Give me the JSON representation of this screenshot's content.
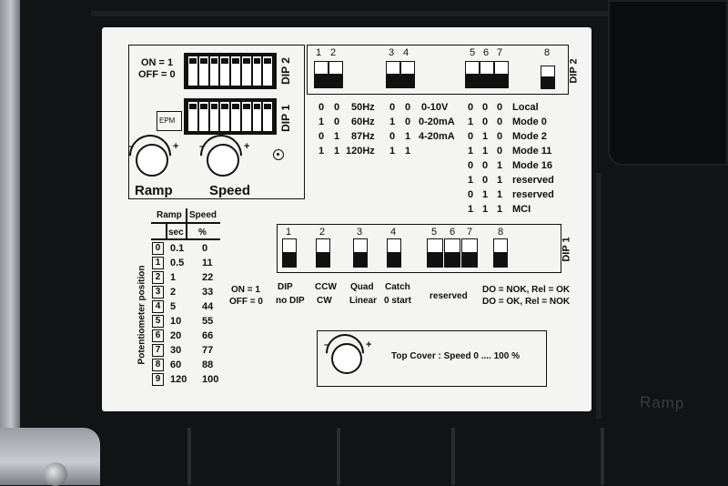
{
  "background_color": "#121314",
  "label_color": "#f4f4f2",
  "embossed_text": "Ramp",
  "dip2_panel": {
    "on_label": "ON = 1",
    "off_label": "OFF = 0",
    "dip2_label": "DIP 2",
    "dip1_label": "DIP 1",
    "epm_label": "EPM",
    "ramp_label": "Ramp",
    "speed_label": "Speed",
    "target_icon": "target-icon"
  },
  "dip2_table": {
    "switch_numbers": [
      "1",
      "2",
      "3",
      "4",
      "5",
      "6",
      "7",
      "8"
    ],
    "side_label": "DIP 2",
    "freq_rows": [
      {
        "b1": "0",
        "b2": "0",
        "value": "50Hz"
      },
      {
        "b1": "1",
        "b2": "0",
        "value": "60Hz"
      },
      {
        "b1": "0",
        "b2": "1",
        "value": "87Hz"
      },
      {
        "b1": "1",
        "b2": "1",
        "value": "120Hz"
      }
    ],
    "input_rows": [
      {
        "b1": "0",
        "b2": "0",
        "value": "0-10V"
      },
      {
        "b1": "1",
        "b2": "0",
        "value": "0-20mA"
      },
      {
        "b1": "0",
        "b2": "1",
        "value": "4-20mA"
      },
      {
        "b1": "1",
        "b2": "1",
        "value": ""
      }
    ],
    "mode_rows": [
      {
        "b": [
          "0",
          "0",
          "0"
        ],
        "value": "Local"
      },
      {
        "b": [
          "1",
          "0",
          "0"
        ],
        "value": "Mode 0"
      },
      {
        "b": [
          "0",
          "1",
          "0"
        ],
        "value": "Mode 2"
      },
      {
        "b": [
          "1",
          "1",
          "0"
        ],
        "value": "Mode 11"
      },
      {
        "b": [
          "0",
          "0",
          "1"
        ],
        "value": "Mode 16"
      },
      {
        "b": [
          "1",
          "0",
          "1"
        ],
        "value": "reserved"
      },
      {
        "b": [
          "0",
          "1",
          "1"
        ],
        "value": "reserved"
      },
      {
        "b": [
          "1",
          "1",
          "1"
        ],
        "value": "MCI"
      }
    ]
  },
  "pot_table": {
    "col_ramp": "Ramp",
    "col_speed": "Speed",
    "unit_ramp": "sec",
    "unit_speed": "%",
    "side_label": "Potentiometer position",
    "rows": [
      {
        "pos": "0",
        "ramp": "0.1",
        "speed": "0"
      },
      {
        "pos": "1",
        "ramp": "0.5",
        "speed": "11"
      },
      {
        "pos": "2",
        "ramp": "1",
        "speed": "22"
      },
      {
        "pos": "3",
        "ramp": "2",
        "speed": "33"
      },
      {
        "pos": "4",
        "ramp": "5",
        "speed": "44"
      },
      {
        "pos": "5",
        "ramp": "10",
        "speed": "55"
      },
      {
        "pos": "6",
        "ramp": "20",
        "speed": "66"
      },
      {
        "pos": "7",
        "ramp": "30",
        "speed": "77"
      },
      {
        "pos": "8",
        "ramp": "60",
        "speed": "88"
      },
      {
        "pos": "9",
        "ramp": "120",
        "speed": "100"
      }
    ]
  },
  "dip1_table": {
    "switch_numbers": [
      "1",
      "2",
      "3",
      "4",
      "5",
      "6",
      "7",
      "8"
    ],
    "side_label": "DIP 1",
    "on_label": "ON = 1",
    "off_label": "OFF = 0",
    "functions": [
      {
        "on": "DIP",
        "off": "no DIP"
      },
      {
        "on": "CCW",
        "off": "CW"
      },
      {
        "on": "Quad",
        "off": "Linear"
      },
      {
        "on": "Catch",
        "off": "0 start"
      }
    ],
    "reserved": "reserved",
    "do_on": "DO = NOK, Rel = OK",
    "do_off": "DO = OK, Rel = NOK"
  },
  "top_cover": {
    "text": "Top Cover : Speed 0 .... 100 %",
    "icon": "potentiometer-knob-icon"
  }
}
